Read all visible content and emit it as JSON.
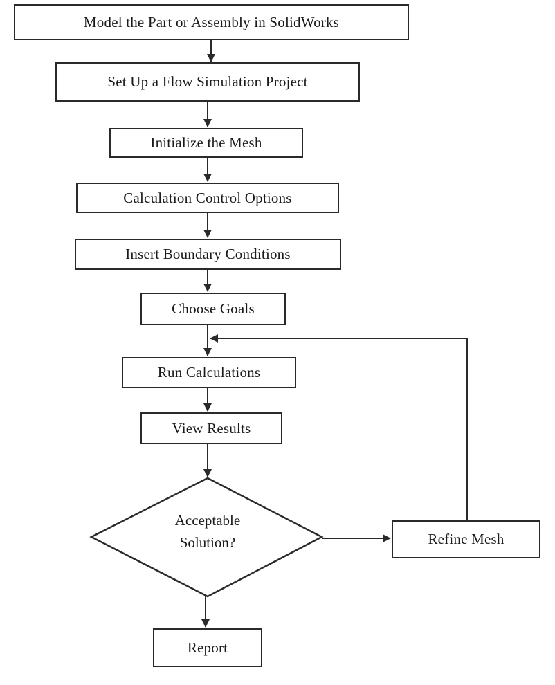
{
  "steps": {
    "model": "Model the Part or Assembly in SolidWorks",
    "setup": "Set Up a Flow Simulation Project",
    "init_mesh": "Initialize the Mesh",
    "calc_control": "Calculation Control Options",
    "boundary": "Insert Boundary Conditions",
    "goals": "Choose Goals",
    "run": "Run Calculations",
    "view": "View Results",
    "refine": "Refine Mesh",
    "report": "Report"
  },
  "decision": {
    "line1": "Acceptable",
    "line2": "Solution?"
  },
  "colors": {
    "stroke": "#2a2a2a",
    "text": "#1a1a1a",
    "background": "#ffffff"
  }
}
